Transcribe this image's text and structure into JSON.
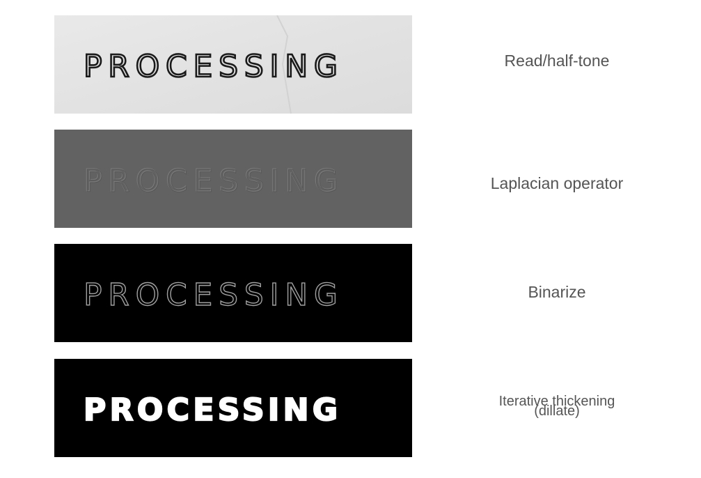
{
  "panels": [
    {
      "word": "PROCESSING",
      "caption": "Read/half-tone",
      "style": {
        "bg": "#e6e6e6",
        "ink": "#1a1a1a",
        "fill": "none"
      }
    },
    {
      "word": "PROCESSING",
      "caption": "Laplacian operator",
      "style": {
        "bg": "#626262",
        "ink": "#777777",
        "fill": "none"
      }
    },
    {
      "word": "PROCESSING",
      "caption": "Binarize",
      "style": {
        "bg": "#000000",
        "ink": "#9a9a9a",
        "fill": "none"
      }
    },
    {
      "word": "PROCESSING",
      "caption_lines": [
        "Iterative thickening",
        "(dillate)"
      ],
      "style": {
        "bg": "#000000",
        "ink": "#ffffff",
        "fill": "#ffffff"
      }
    }
  ]
}
